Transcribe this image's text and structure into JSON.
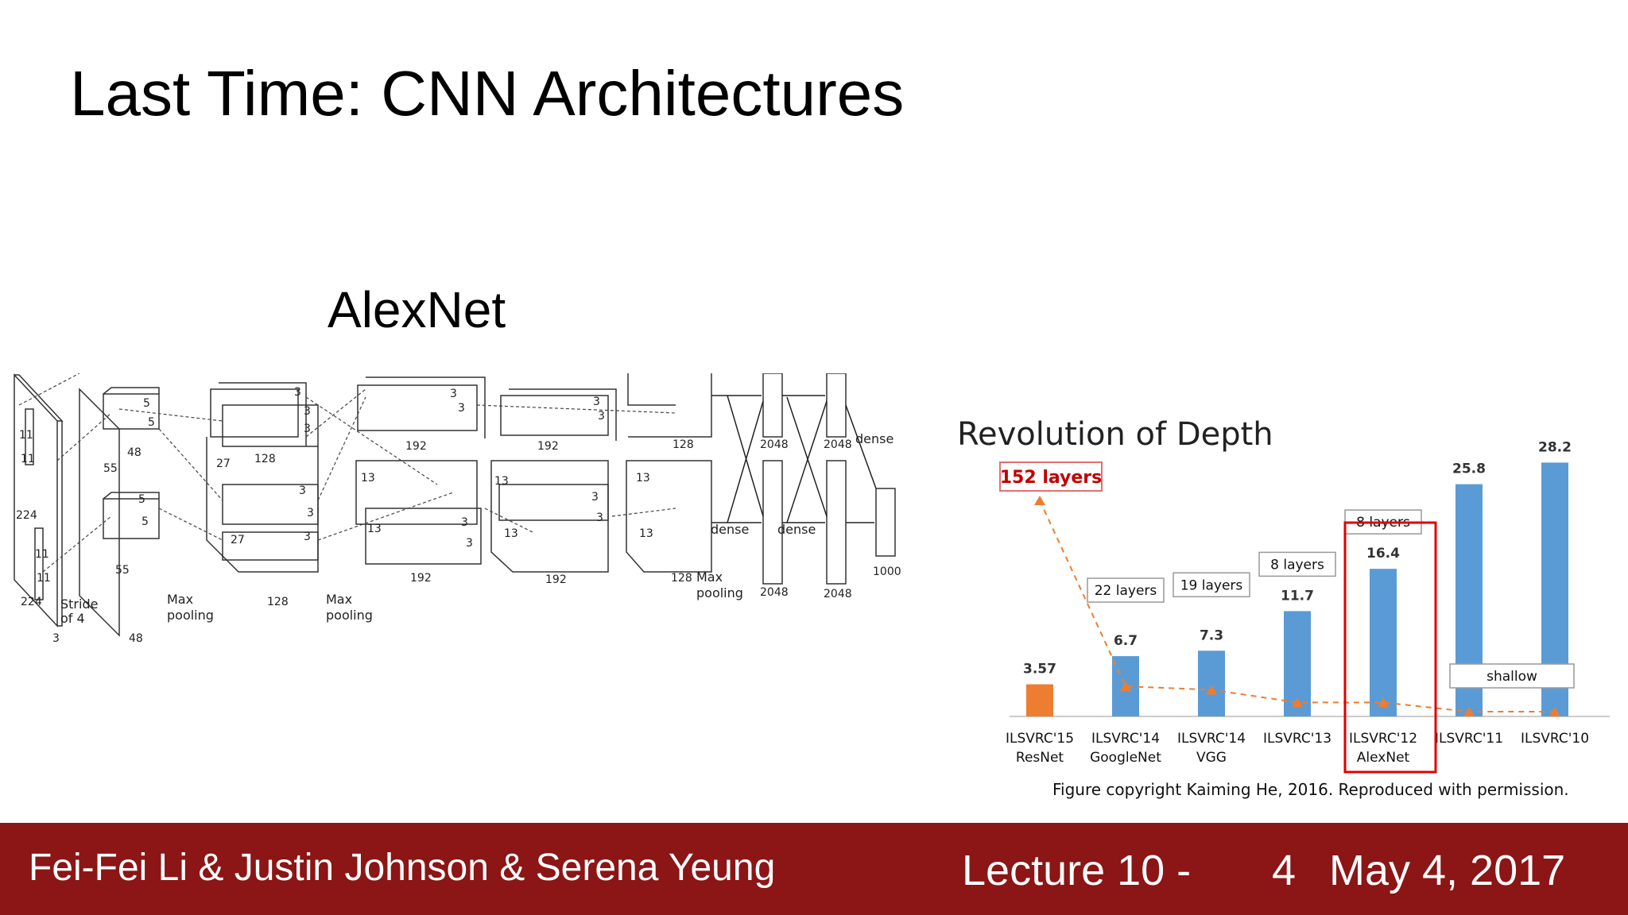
{
  "slide": {
    "title": "Last Time: CNN Architectures",
    "subtitle": "AlexNet"
  },
  "alexnet": {
    "labels": {
      "n11a": "11",
      "n11b": "11",
      "n11c": "11",
      "n11d": "11",
      "n224a": "224",
      "n224b": "224",
      "n3": "3",
      "stride": "Stride",
      "of4": "of 4",
      "n55a": "55",
      "n55b": "55",
      "n48a": "48",
      "n48b": "48",
      "n5a": "5",
      "n5b": "5",
      "n5c": "5",
      "n5d": "5",
      "maxpool1": "Max",
      "maxpool1b": "pooling",
      "n27a": "27",
      "n27b": "27",
      "n128a": "128",
      "n128b": "128",
      "n3a": "3",
      "n3b": "3",
      "n3c": "3",
      "n3d": "3",
      "n3e": "3",
      "n3f": "3",
      "maxpool2": "Max",
      "maxpool2b": "pooling",
      "n13a": "13",
      "n13b": "13",
      "n13c": "13",
      "n13d": "13",
      "n13e": "13",
      "n13f": "13",
      "n192a": "192",
      "n192b": "192",
      "n192c": "192",
      "n192d": "192",
      "n3g": "3",
      "n3h": "3",
      "n3i": "3",
      "n3j": "3",
      "n3k": "3",
      "n3l": "3",
      "n3m": "3",
      "n3n": "3",
      "n128c": "128",
      "n128d": "128",
      "maxpool3": "Max",
      "maxpool3b": "pooling",
      "n2048a": "2048",
      "n2048b": "2048",
      "n2048c": "2048",
      "n2048d": "2048",
      "dense1": "dense",
      "dense2": "dense",
      "dense3": "dense",
      "n1000": "1000"
    }
  },
  "depth_chart": {
    "title": "Revolution of Depth",
    "annotation_152": "152 layers",
    "caption": "Figure copyright Kaiming He, 2016. Reproduced with permission.",
    "colors": {
      "resnet": "#ed7d31",
      "others": "#5b9bd5",
      "highlight": "#e00000",
      "annotation": "#c00000"
    }
  },
  "chart_data": {
    "type": "bar",
    "title": "Revolution of Depth",
    "categories": [
      "ILSVRC'15\nResNet",
      "ILSVRC'14\nGoogleNet",
      "ILSVRC'14\nVGG",
      "ILSVRC'13",
      "ILSVRC'12\nAlexNet",
      "ILSVRC'11",
      "ILSVRC'10"
    ],
    "category_lines": [
      [
        "ILSVRC'15",
        "ResNet"
      ],
      [
        "ILSVRC'14",
        "GoogleNet"
      ],
      [
        "ILSVRC'14",
        "VGG"
      ],
      [
        "ILSVRC'13"
      ],
      [
        "ILSVRC'12",
        "AlexNet"
      ],
      [
        "ILSVRC'11"
      ],
      [
        "ILSVRC'10"
      ]
    ],
    "values": [
      3.57,
      6.7,
      7.3,
      11.7,
      16.4,
      25.8,
      28.2
    ],
    "value_labels": [
      "3.57",
      "6.7",
      "7.3",
      "11.7",
      "16.4",
      "25.8",
      "28.2"
    ],
    "layer_labels": [
      "152 layers",
      "22 layers",
      "19 layers",
      "8 layers",
      "8 layers",
      "shallow",
      ""
    ],
    "layer_values": [
      152,
      22,
      19,
      8,
      8,
      0,
      0
    ],
    "bar_colors": [
      "#ed7d31",
      "#5b9bd5",
      "#5b9bd5",
      "#5b9bd5",
      "#5b9bd5",
      "#5b9bd5",
      "#5b9bd5"
    ],
    "highlighted": "ILSVRC'12\nAlexNet",
    "ylim": [
      0,
      30
    ],
    "grid": false
  },
  "footer": {
    "authors": "Fei-Fei Li & Justin Johnson & Serena Yeung",
    "lecture": "Lecture 10 -",
    "page": "4",
    "date": "May 4, 2017"
  }
}
